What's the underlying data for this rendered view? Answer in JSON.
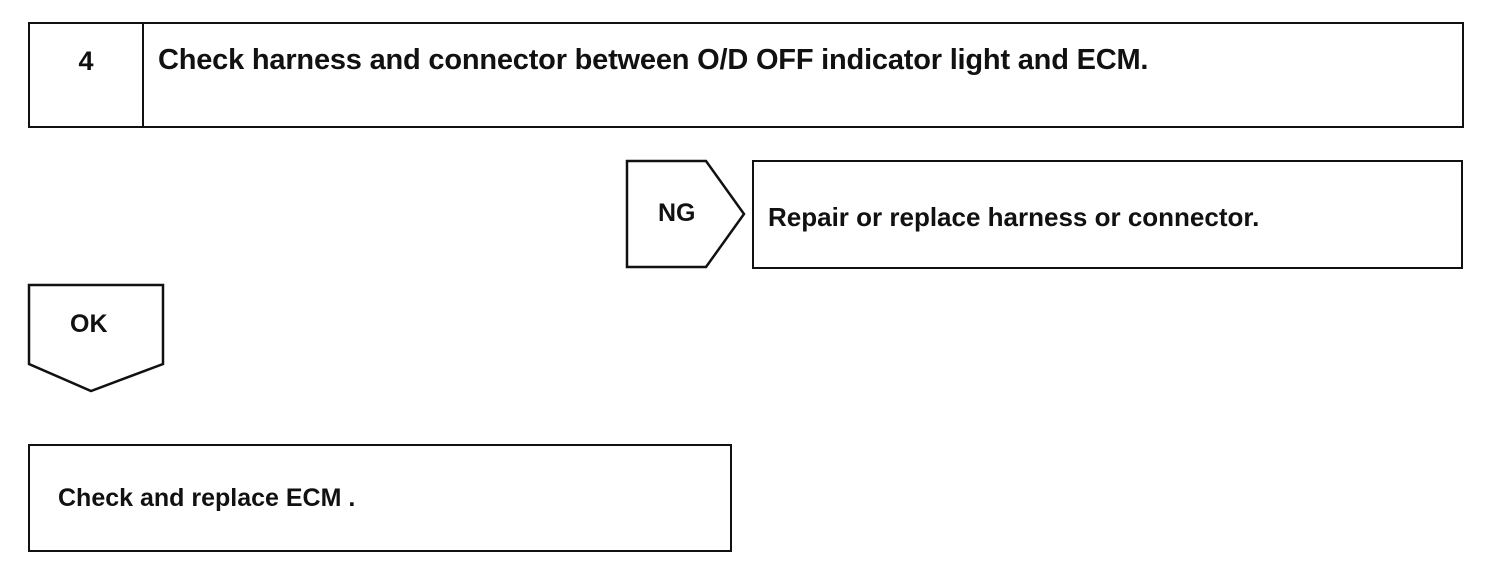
{
  "step": {
    "number": "4",
    "title": "Check harness and connector between O/D OFF indicator light and ECM."
  },
  "ng_branch": {
    "tag": "NG",
    "action": "Repair or replace harness or connector."
  },
  "ok_branch": {
    "tag": "OK",
    "action": "Check and replace ECM ."
  }
}
